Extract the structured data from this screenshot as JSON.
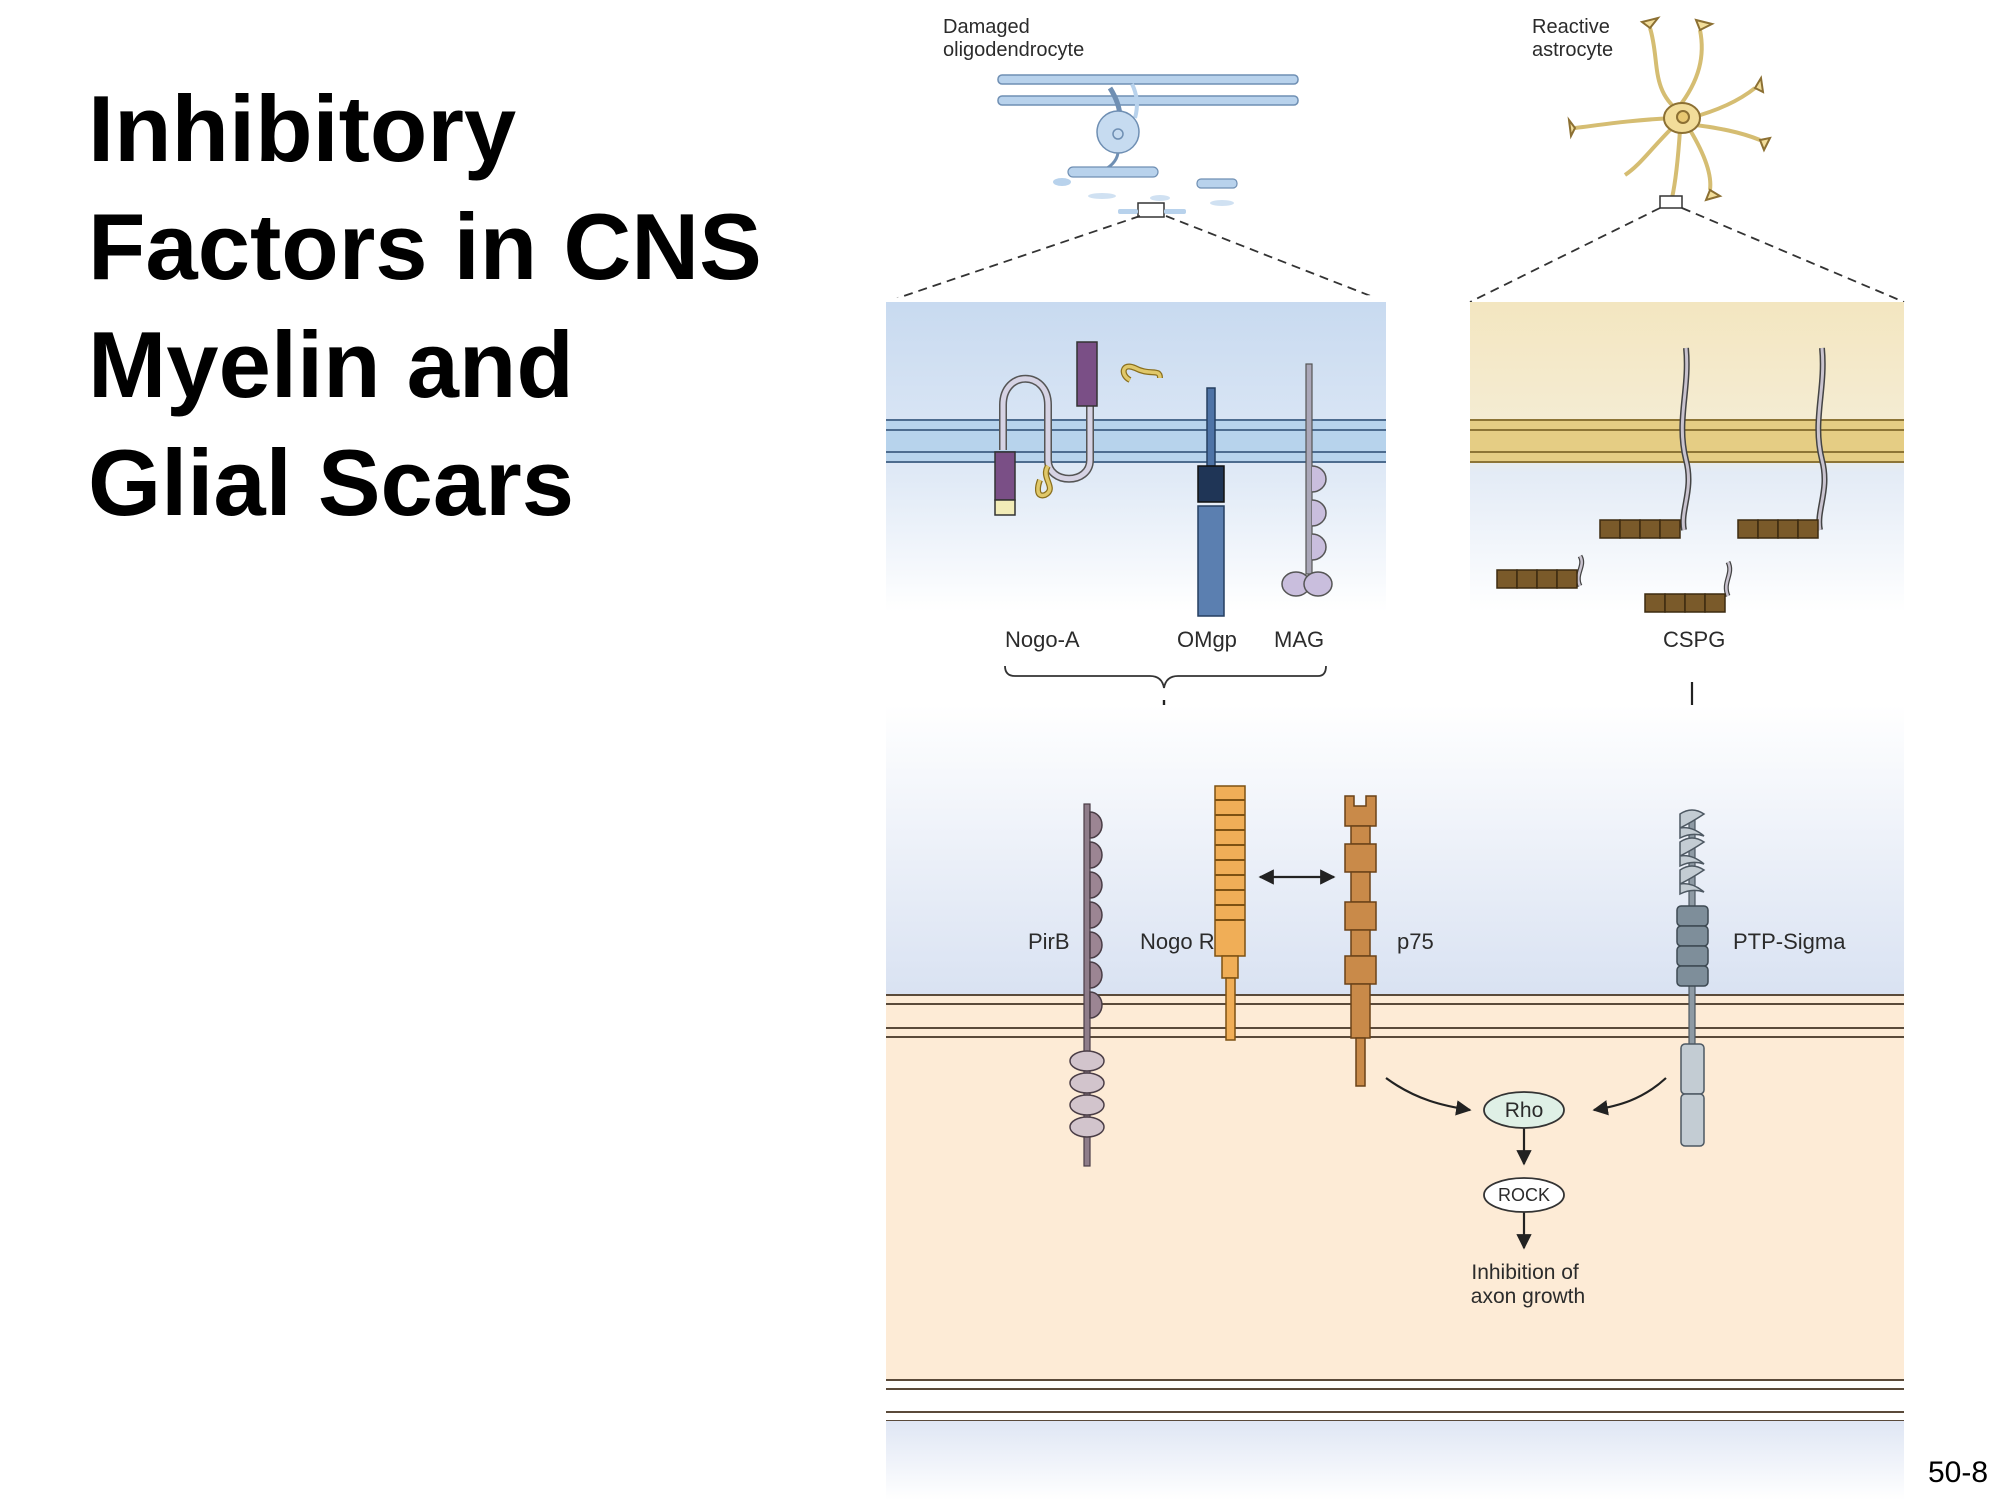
{
  "slide": {
    "title_lines": [
      "Inhibitory",
      "Factors in CNS",
      "Myelin and",
      "Glial Scars"
    ],
    "slide_number": "50-8"
  },
  "figure": {
    "cells": {
      "oligodendrocyte": [
        "Damaged",
        "oligodendrocyte"
      ],
      "astrocyte": [
        "Reactive",
        "astrocyte"
      ]
    },
    "myelin_ligands": {
      "nogo_a": "Nogo-A",
      "omgp": "OMgp",
      "mag": "MAG"
    },
    "scar_ligand": "CSPG",
    "receptors": {
      "pirb": "PirB",
      "nogo_r": "Nogo R",
      "p75": "p75",
      "ptp_sigma": "PTP-Sigma"
    },
    "pathway": {
      "rho": "Rho",
      "rock": "ROCK",
      "outcome": [
        "Inhibition of",
        "axon growth"
      ]
    }
  },
  "colors": {
    "myelin_membrane": "#b7d3ec",
    "glial_membrane": "#e5cd84",
    "neuron_cytoplasm": "#fdebd6",
    "nogo_a": "#7a4f86",
    "omgp": "#4e73a6",
    "mag": "#c9bedd",
    "cspg": "#7a5a2a",
    "pirb": "#9c8593",
    "nogo_r": "#f0ae57",
    "p75": "#c98a49",
    "ptp_sigma": "#7e8e9a"
  }
}
